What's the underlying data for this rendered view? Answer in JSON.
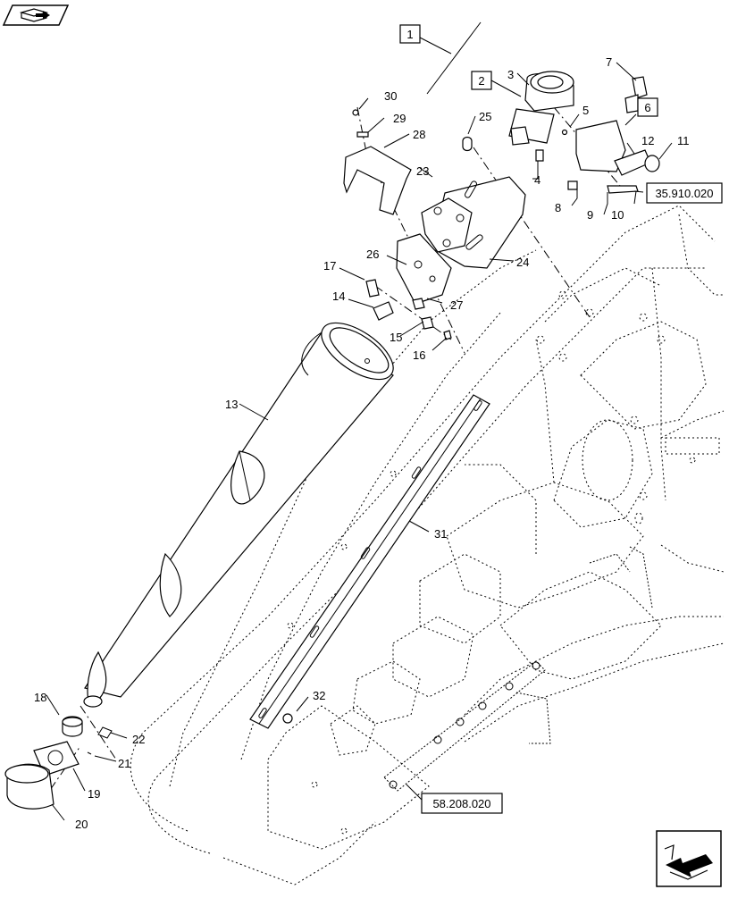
{
  "nav": {
    "top_left_icon": "book-arrow-icon",
    "bottom_right_icon": "return-arrow-icon"
  },
  "references": {
    "ref_1": "1",
    "ref_2": "2",
    "ref_6": "6",
    "ref_35910": "35.910.020",
    "ref_58208": "58.208.020"
  },
  "callouts": {
    "c3": "3",
    "c4": "4",
    "c5": "5",
    "c7": "7",
    "c8": "8",
    "c9": "9",
    "c10": "10",
    "c11": "11",
    "c12": "12",
    "c13": "13",
    "c14": "14",
    "c15": "15",
    "c16": "16",
    "c17": "17",
    "c18": "18",
    "c19": "19",
    "c20": "20",
    "c21": "21",
    "c22": "22",
    "c23": "23",
    "c24": "24",
    "c25": "25",
    "c26": "26",
    "c27": "27",
    "c28": "28",
    "c29": "29",
    "c30": "30",
    "c31": "31",
    "c32": "32"
  }
}
